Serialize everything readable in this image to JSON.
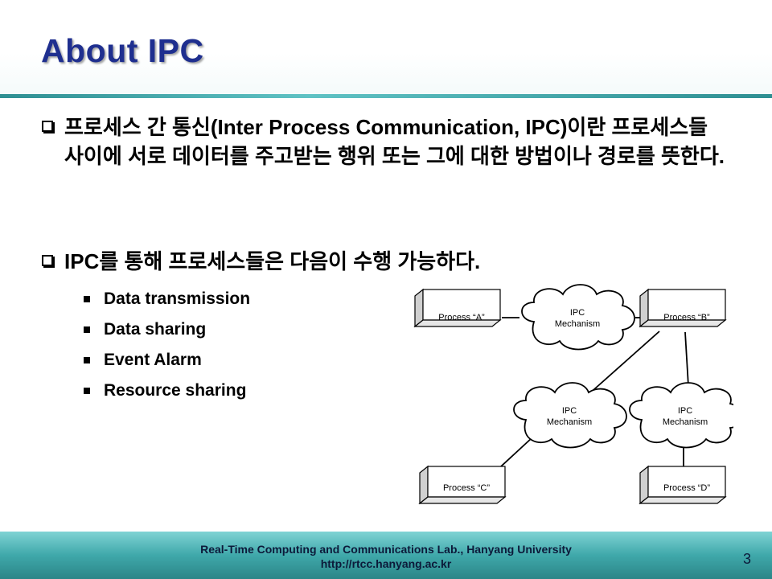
{
  "slide": {
    "title": "About IPC",
    "bullets": [
      "프로세스 간 통신(Inter Process Communication, IPC)이란 프로세스들 사이에 서로 데이터를 주고받는 행위 또는 그에 대한 방법이나 경로를 뜻한다.",
      "IPC를 통해 프로세스들은 다음이 수행 가능하다."
    ],
    "sub_items": [
      "Data transmission",
      "Data sharing",
      "Event Alarm",
      "Resource sharing"
    ]
  },
  "diagram": {
    "process_a": "Process “A”",
    "process_b": "Process “B”",
    "process_c": "Process “C”",
    "process_d": "Process “D”",
    "cloud_top_line1": "IPC",
    "cloud_top_line2": "Mechanism",
    "cloud_left_line1": "IPC",
    "cloud_left_line2": "Mechanism",
    "cloud_right_line1": "IPC",
    "cloud_right_line2": "Mechanism"
  },
  "footer": {
    "line1": "Real-Time Computing and Communications Lab., Hanyang University",
    "line2": "http://rtcc.hanyang.ac.kr",
    "page_number": "3"
  }
}
